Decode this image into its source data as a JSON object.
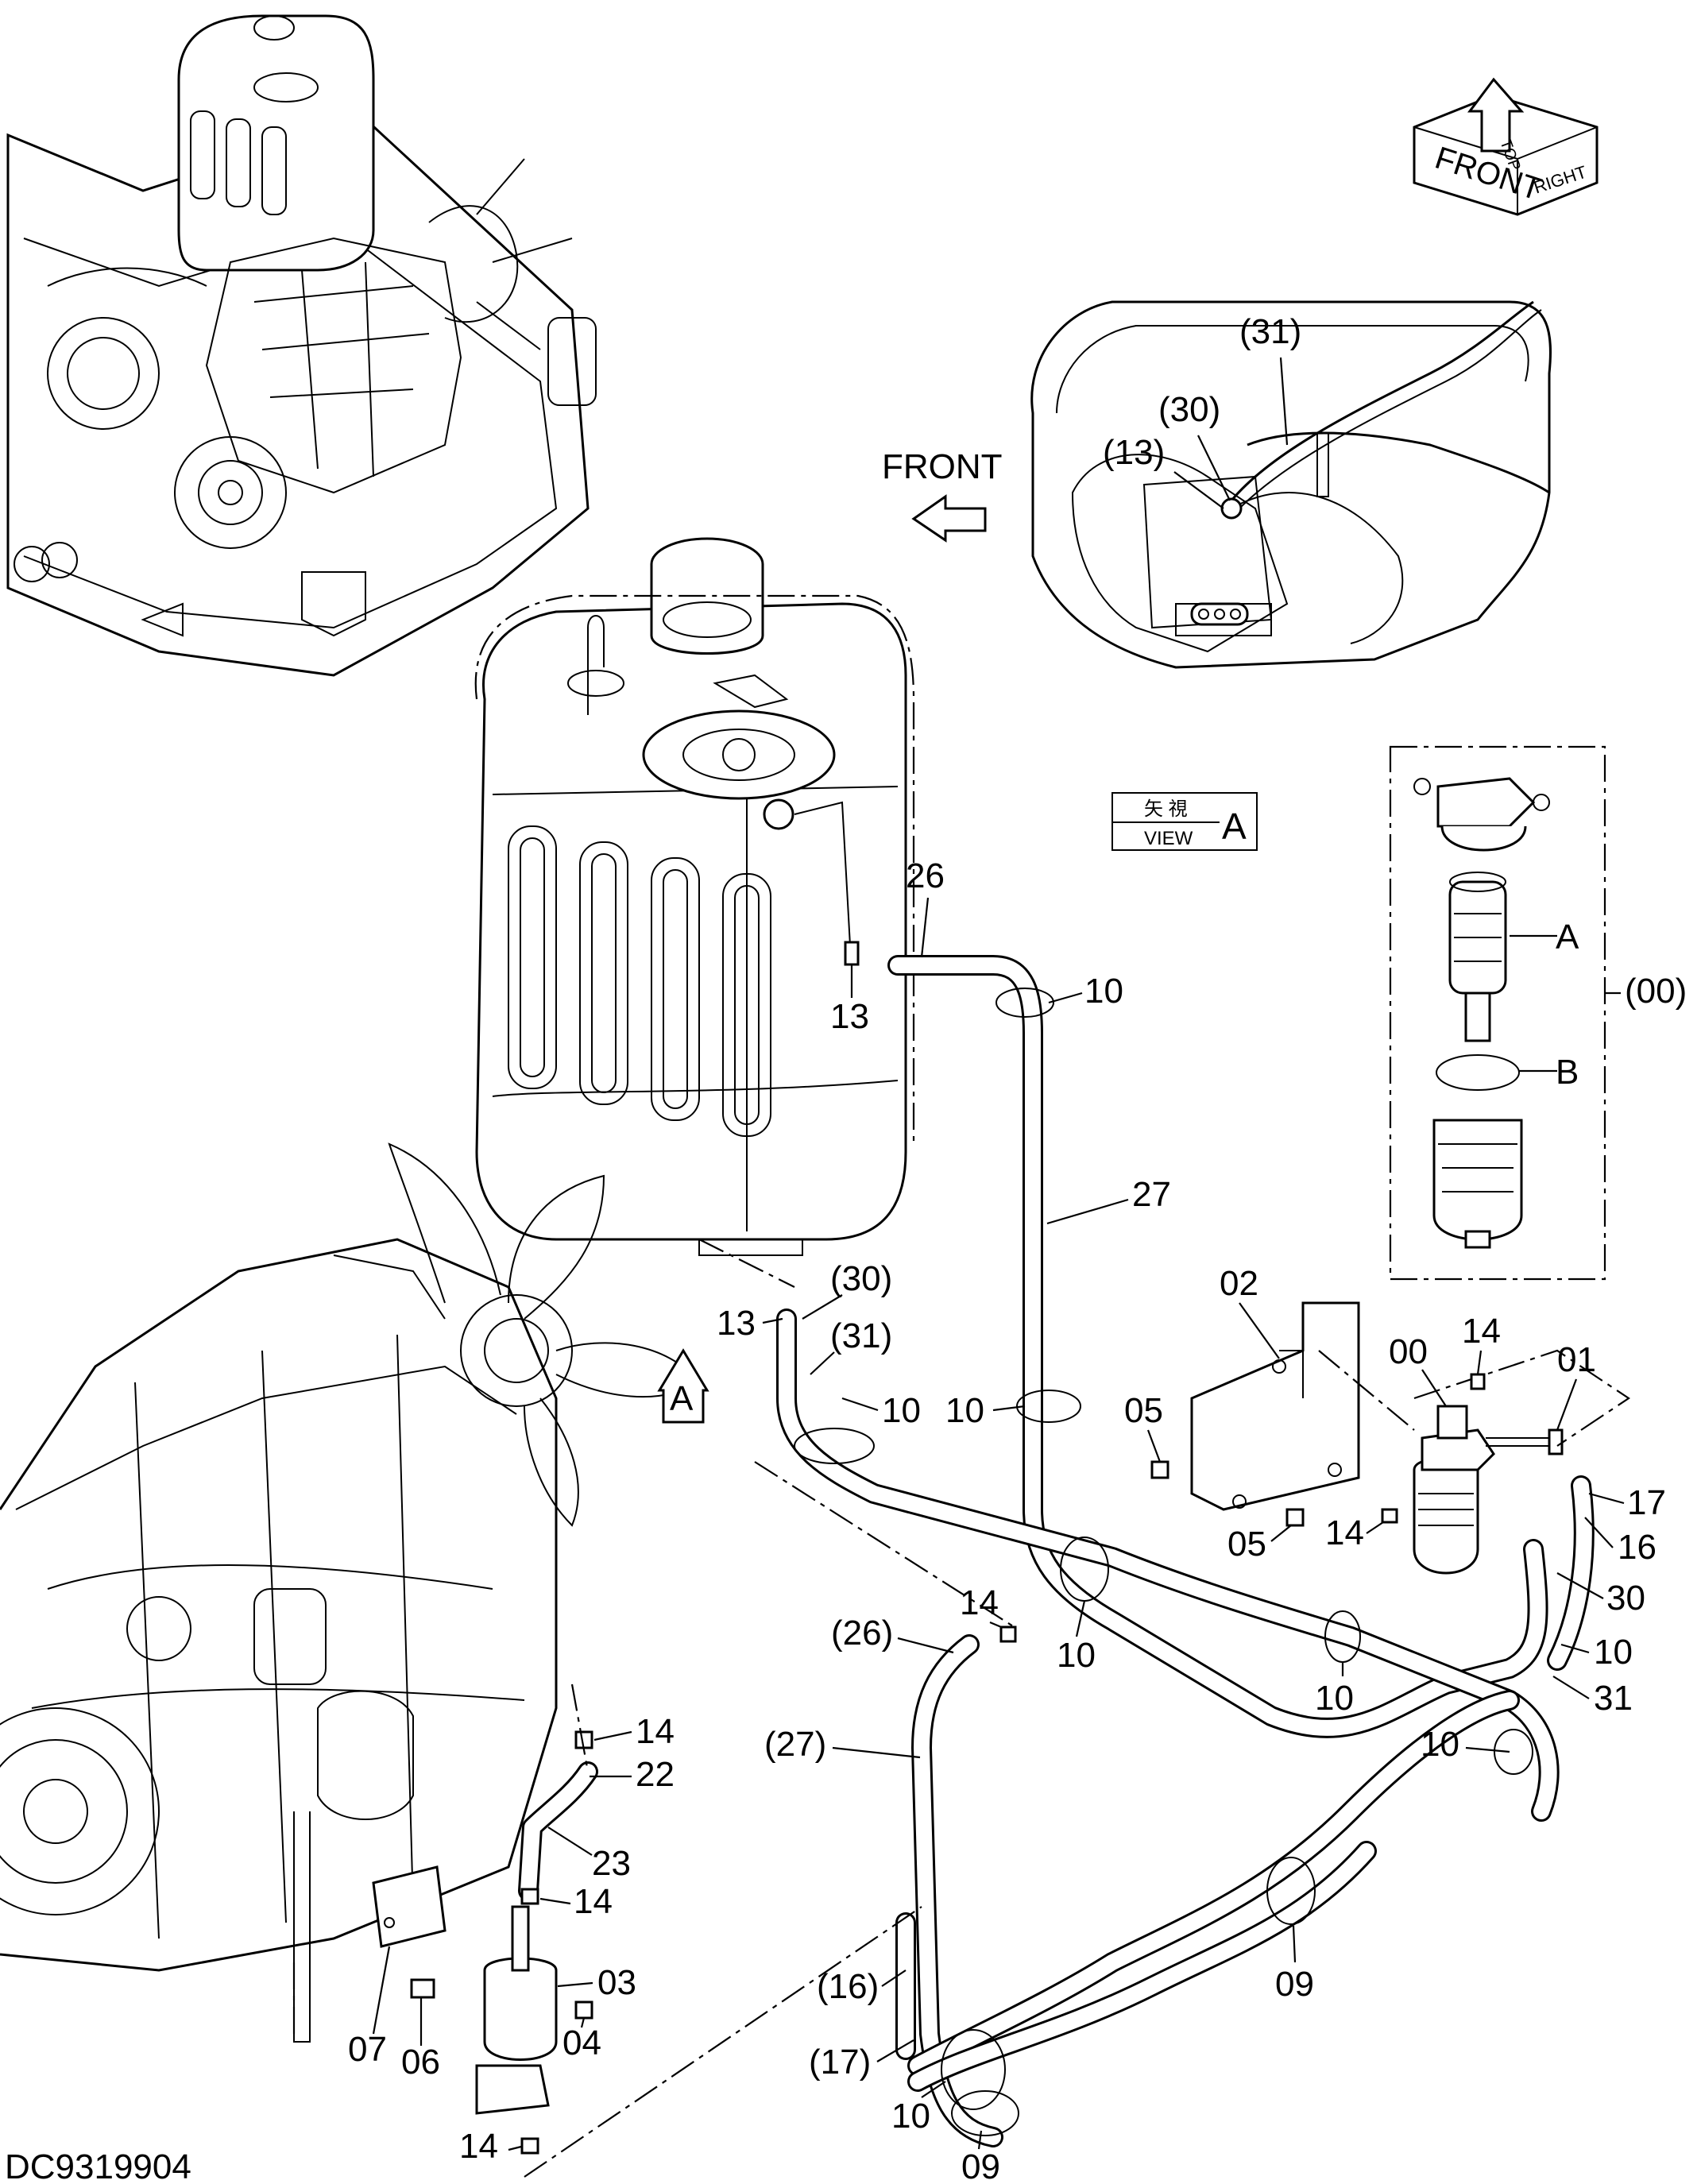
{
  "drawing_id": "DC9319904",
  "view_note": {
    "jp": "矢 視",
    "en": "VIEW",
    "letter": "A"
  },
  "front_label": "FRONT",
  "view_marker": "A",
  "orientation_cube": {
    "front": "FRONT",
    "top": "TOP",
    "right": "RIGHT"
  },
  "parts": {
    "p00_kit": "(00)",
    "p00": "00",
    "p01": "01",
    "p02": "02",
    "p03": "03",
    "p04": "04",
    "p05a": "05",
    "p05b": "05",
    "p06": "06",
    "p07": "07",
    "p09a": "09",
    "p09b": "09",
    "p10a": "10",
    "p10b": "10",
    "p10c": "10",
    "p10d": "10",
    "p10e": "10",
    "p10f": "10",
    "p10g": "10",
    "p10h": "10",
    "p13a": "13",
    "p13b": "13",
    "p13c": "(13)",
    "p14a": "14",
    "p14b": "14",
    "p14c": "14",
    "p14d": "14",
    "p14e": "14",
    "p14f": "14",
    "p16": "16",
    "p16b": "(16)",
    "p17": "17",
    "p17b": "(17)",
    "p22": "22",
    "p23": "23",
    "p26": "26",
    "p26b": "(26)",
    "p27": "27",
    "p27b": "(27)",
    "p30": "30",
    "p30b": "(30)",
    "p30c": "(30)",
    "p31": "31",
    "p31b": "(31)",
    "p31c": "(31)",
    "kitA": "A",
    "kitB": "B"
  }
}
